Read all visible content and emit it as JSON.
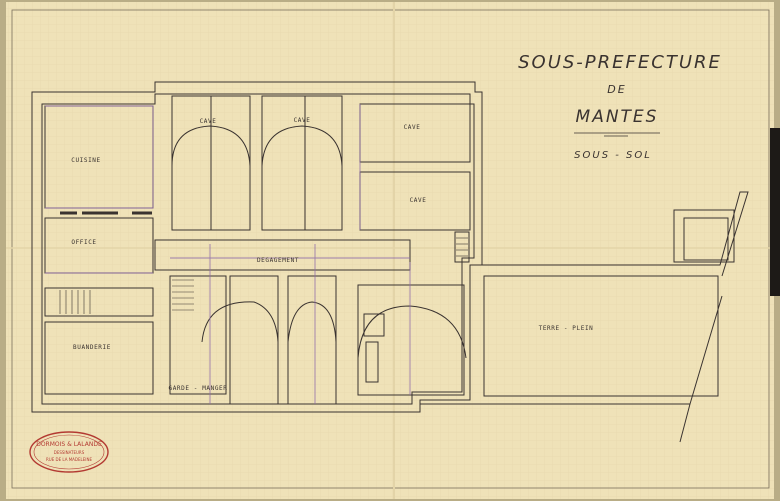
{
  "title": {
    "line1": "SOUS-PREFECTURE",
    "line2": "DE",
    "line3": "MANTES",
    "line4": "SOUS - SOL"
  },
  "rooms": {
    "cuisine": "CUISINE",
    "office": "OFFICE",
    "buanderie": "BUANDERIE",
    "cave_1": "CAVE",
    "cave_2": "CAVE",
    "cave_3": "CAVE",
    "cave_4": "CAVE",
    "degagement": "DEGAGEMENT",
    "garde_manger": "GARDE - MANGER",
    "terre_plein": "TERRE - PLEIN"
  },
  "stamp": {
    "name": "DORMOIS & LALANDE",
    "line2": "DESSINATEURS",
    "line3": "RUE DE LA MADELEINE"
  },
  "colors": {
    "paper": "#efe2b8",
    "ink": "#3a3330",
    "partition": "#8d6ba8",
    "stamp": "#b33a32"
  }
}
